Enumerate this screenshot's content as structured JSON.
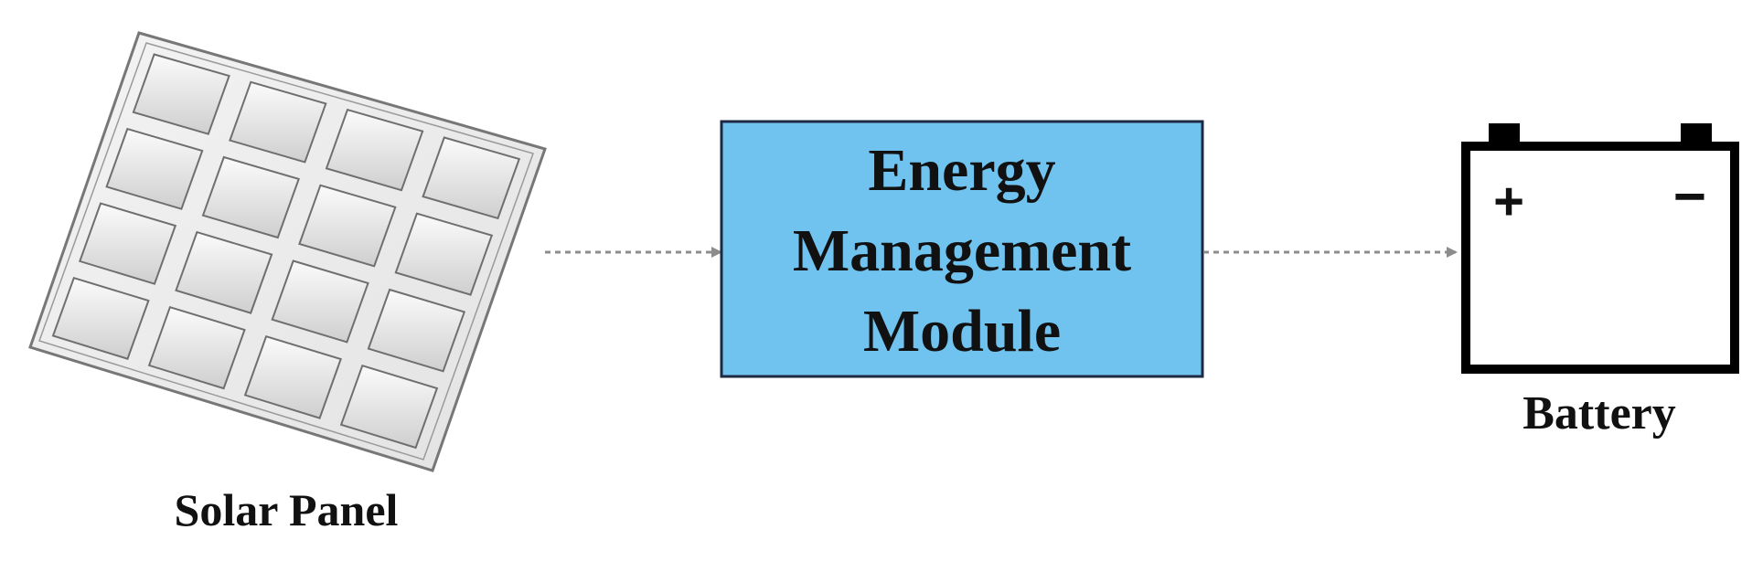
{
  "diagram": {
    "solar_panel": {
      "label": "Solar Panel",
      "icon": "solar-panel-icon"
    },
    "module": {
      "lines": [
        "Energy",
        "Management",
        "Module"
      ],
      "fill": "#71c3ef",
      "border": "#1e2a44"
    },
    "battery": {
      "label": "Battery",
      "icon": "battery-icon",
      "plus": "+",
      "minus": "−"
    },
    "connectors": [
      {
        "from": "Solar Panel",
        "to": "Energy Management Module",
        "style": "dashed-arrow"
      },
      {
        "from": "Energy Management Module",
        "to": "Battery",
        "style": "dashed-arrow"
      }
    ],
    "colors": {
      "arrow": "#8c8c8c",
      "panel_frame": "#f2f2f2",
      "panel_cell": "#d9d9d9",
      "battery_stroke": "#000000"
    }
  }
}
